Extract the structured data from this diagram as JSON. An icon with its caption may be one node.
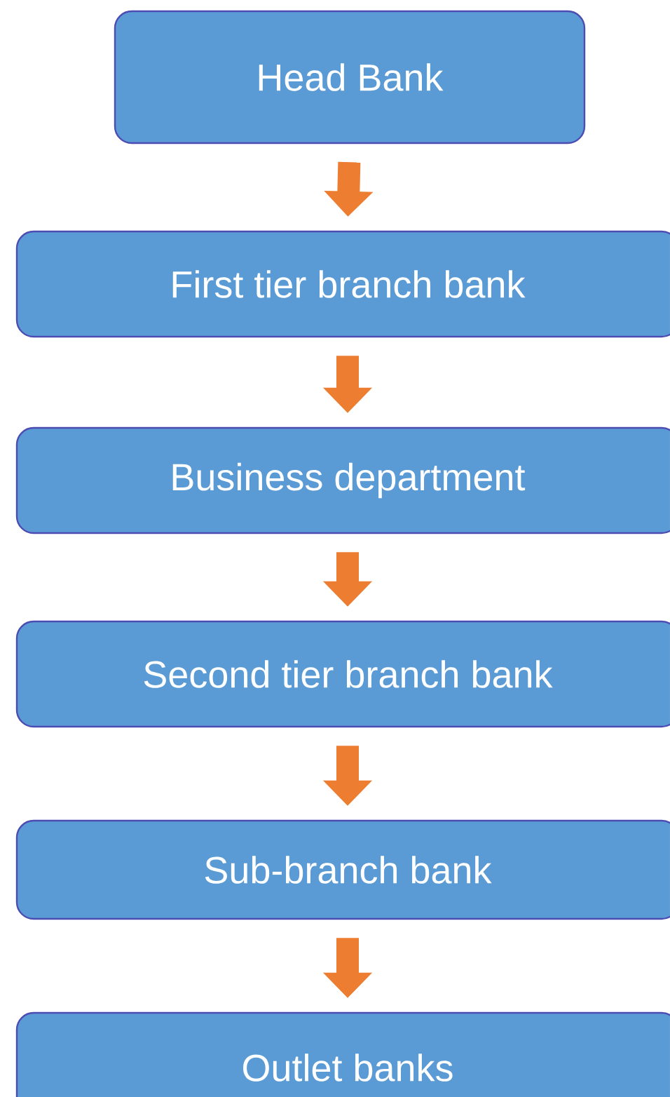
{
  "diagram": {
    "nodes": [
      {
        "text": [
          "Head Bank"
        ]
      },
      {
        "text": [
          "First tier branch bank"
        ]
      },
      {
        "text": [
          "Business department"
        ]
      },
      {
        "text": [
          "Second tier branch bank"
        ]
      },
      {
        "text": [
          "Sub-branch bank"
        ]
      },
      {
        "text": [
          "Outlet banks"
        ]
      }
    ],
    "edges": [
      {
        "from": 0,
        "to": 1,
        "arrow": "to"
      },
      {
        "from": 1,
        "to": 2,
        "arrow": "to"
      },
      {
        "from": 2,
        "to": 3,
        "arrow": "to"
      },
      {
        "from": 3,
        "to": 4,
        "arrow": "to"
      },
      {
        "from": 4,
        "to": 5,
        "arrow": "to"
      }
    ]
  }
}
